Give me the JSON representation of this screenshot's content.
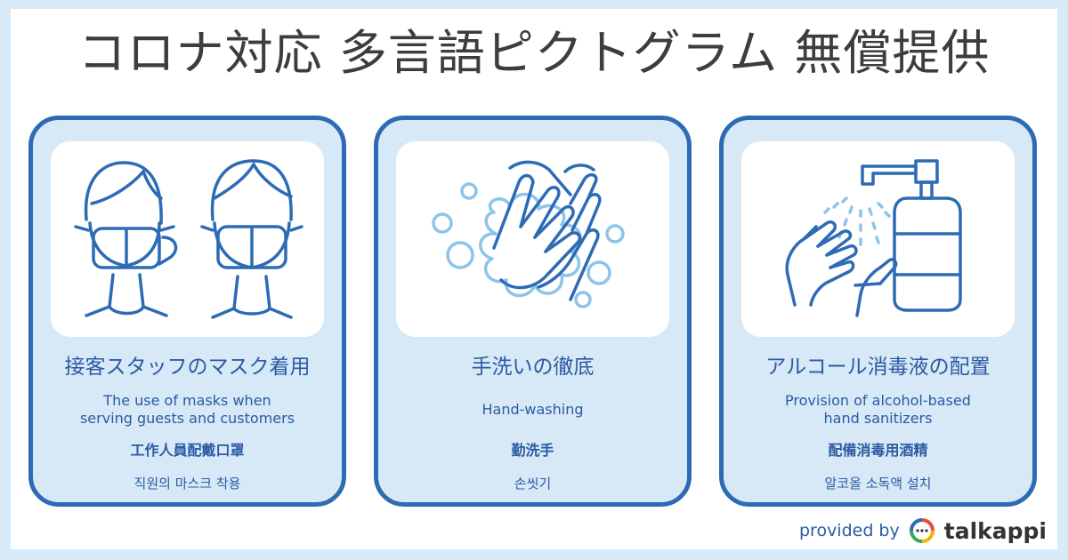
{
  "page": {
    "title": "コロナ対応 多言語ピクトグラム 無償提供"
  },
  "cards": [
    {
      "ja": "接客スタッフのマスク着用",
      "en_lines": [
        "The use of masks when",
        "serving guests and customers"
      ],
      "zh": "工作人員配戴口罩",
      "ko": "직원의 마스크 착용",
      "icon": "masked-staff-icon"
    },
    {
      "ja": "手洗いの徹底",
      "en_lines": [
        "Hand-washing"
      ],
      "zh": "勤洗手",
      "ko": "손씻기",
      "icon": "hand-washing-icon"
    },
    {
      "ja": "アルコール消毒液の配置",
      "en_lines": [
        "Provision of alcohol-based",
        "hand sanitizers"
      ],
      "zh": "配備消毒用酒精",
      "ko": "알코올 소독액 설치",
      "icon": "hand-sanitizer-icon"
    }
  ],
  "credit": {
    "provided_by": "provided by",
    "brand": "talkappi"
  },
  "colors": {
    "brand_blue": "#2d6bb5",
    "card_fill": "#d7e9f7",
    "bubble_blue": "#8cc4ea",
    "background": "#d9ebf8"
  }
}
